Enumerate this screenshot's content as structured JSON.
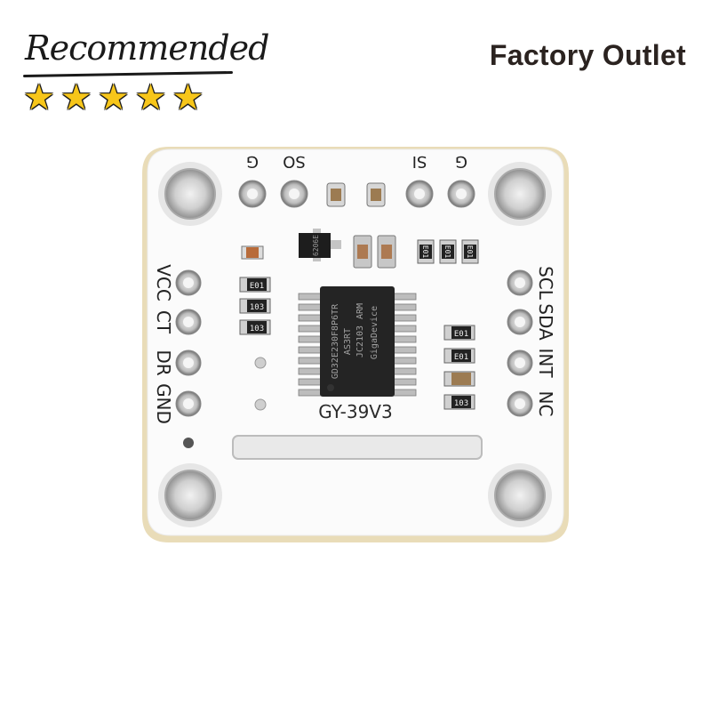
{
  "badge": {
    "label": "Recommended",
    "rating": 5,
    "star_color": "#f7c61a"
  },
  "store": {
    "label": "Factory Outlet"
  },
  "board": {
    "model": "GY-39V3",
    "top_pins": [
      "G",
      "SO",
      "SI",
      "G"
    ],
    "left_pins": [
      "VCC",
      "CT",
      "DR",
      "GND"
    ],
    "right_pins": [
      "SCL",
      "SDA",
      "INT",
      "NC"
    ],
    "chip_text": [
      "GD32E230F8P6TR",
      "AS3RT",
      "JC2103",
      "ARM",
      "GigaDevice"
    ],
    "transistor_text": "6206E",
    "resistor_labels": [
      "E01",
      "103",
      "103",
      "E01",
      "E01",
      "E01",
      "E01",
      "E01",
      "103"
    ],
    "board_color": "#fbfbfb",
    "edge_color": "#e7d8b0"
  }
}
